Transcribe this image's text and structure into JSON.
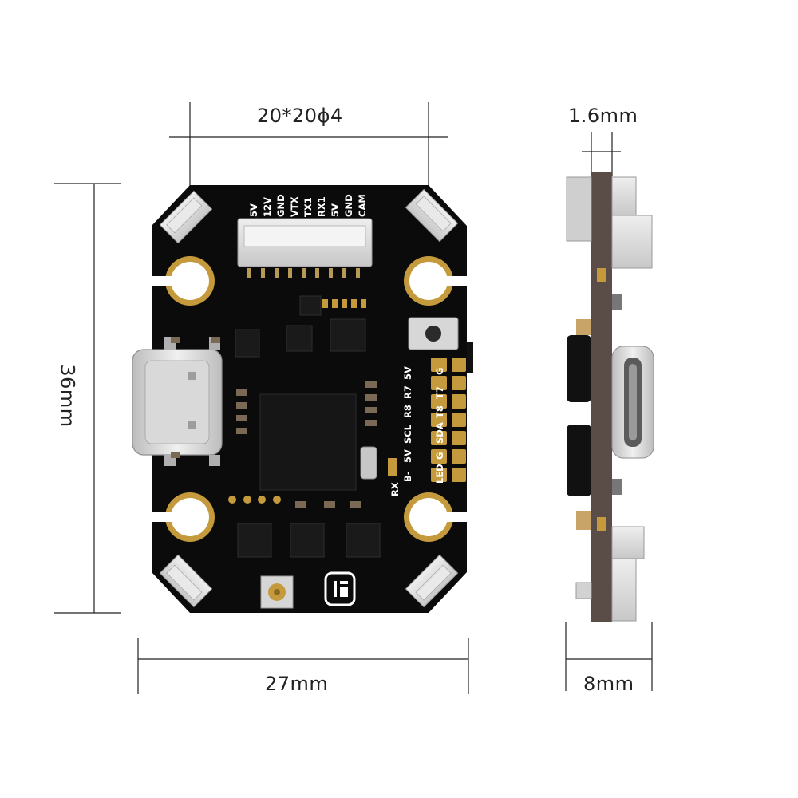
{
  "dimensions": {
    "mount_pattern": "20*20ϕ4",
    "height": "36mm",
    "width": "27mm",
    "board_thickness": "1.6mm",
    "depth": "8mm"
  },
  "top_connector_pins": [
    "5V",
    "12V",
    "GND",
    "VTX",
    "TX1",
    "RX1",
    "5V",
    "GND",
    "CAM"
  ],
  "side_pad_labels": {
    "col1": [
      "5V",
      "R7",
      "R8",
      "SCL",
      "5V",
      "B-"
    ],
    "col2": [
      "G",
      "T7",
      "T8",
      "SDA",
      "G",
      "LED"
    ],
    "rx": "RX"
  },
  "colors": {
    "pcb": "#0b0b0b",
    "gold": "#c49a3c",
    "connector": "#d8d8d8",
    "chip": "#161616",
    "pcb_side": "#5a4d47"
  }
}
